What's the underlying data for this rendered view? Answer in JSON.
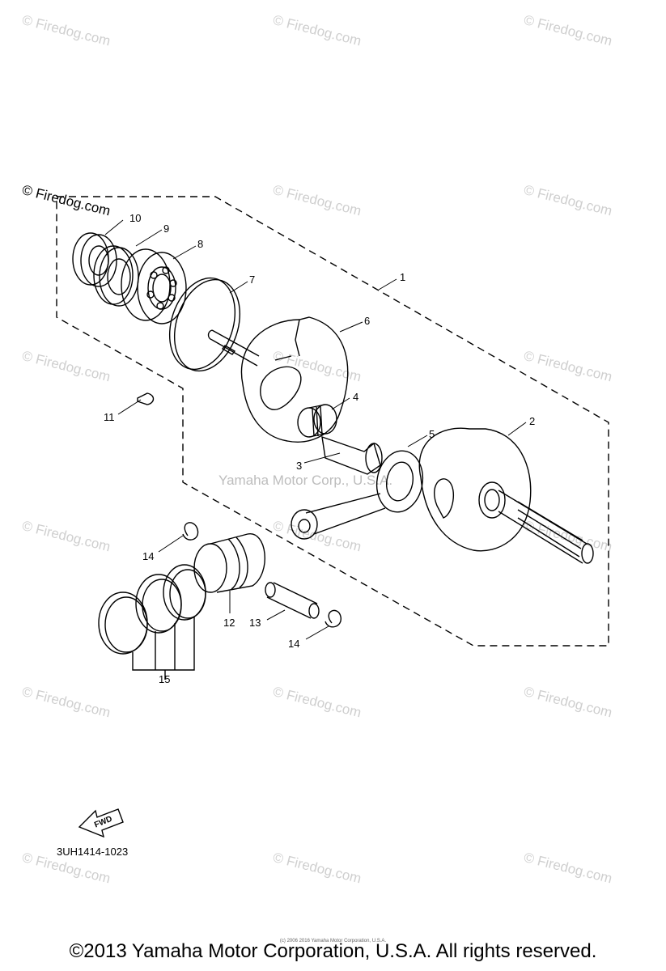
{
  "watermark": "© Firedog.com",
  "center_watermark": "Yamaha Motor Corp., U.S.A.",
  "callouts": [
    "1",
    "2",
    "3",
    "4",
    "5",
    "6",
    "7",
    "8",
    "9",
    "10",
    "11",
    "12",
    "13",
    "14",
    "14",
    "15"
  ],
  "fwd_label": "FWD",
  "diagram_code": "3UH1414-1023",
  "copyright": "©2013 Yamaha Motor Corporation, U.S.A. All rights reserved.",
  "tiny_copyright": "(c) 2006 2016 Yamaha Motor Corporation, U.S.A."
}
